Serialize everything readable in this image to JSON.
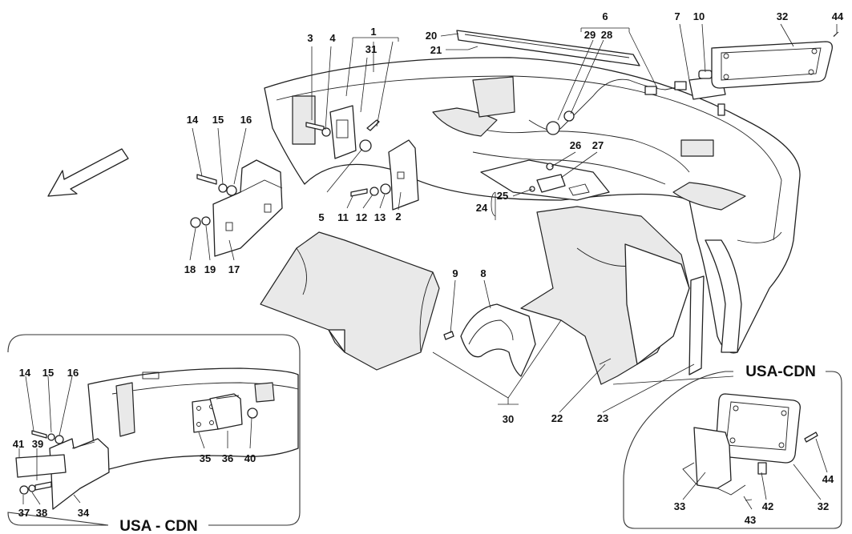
{
  "diagram": {
    "callouts": {
      "n1": "1",
      "n2": "2",
      "n3": "3",
      "n4": "4",
      "n5": "5",
      "n6": "6",
      "n7": "7",
      "n8": "8",
      "n9": "9",
      "n10": "10",
      "n11": "11",
      "n12": "12",
      "n13": "13",
      "n14": "14",
      "n15": "15",
      "n16": "16",
      "n17": "17",
      "n18": "18",
      "n19": "19",
      "n20": "20",
      "n21": "21",
      "n22": "22",
      "n23": "23",
      "n24": "24",
      "n25": "25",
      "n26": "26",
      "n27": "27",
      "n28": "28",
      "n29": "29",
      "n30": "30",
      "n31": "31",
      "n32": "32",
      "n33": "33",
      "n34": "34",
      "n35": "35",
      "n36": "36",
      "n37": "37",
      "n38": "38",
      "n39": "39",
      "n40": "40",
      "n41": "41",
      "n42": "42",
      "n43": "43",
      "n44": "44"
    },
    "inset_left": {
      "title": "USA - CDN",
      "callouts": {
        "n14": "14",
        "n15": "15",
        "n16": "16",
        "n34": "34",
        "n35": "35",
        "n36": "36",
        "n37": "37",
        "n38": "38",
        "n39": "39",
        "n40": "40",
        "n41": "41"
      }
    },
    "inset_right": {
      "title": "USA-CDN",
      "callouts": {
        "n32": "32",
        "n33": "33",
        "n42": "42",
        "n43": "43",
        "n44": "44"
      }
    }
  }
}
